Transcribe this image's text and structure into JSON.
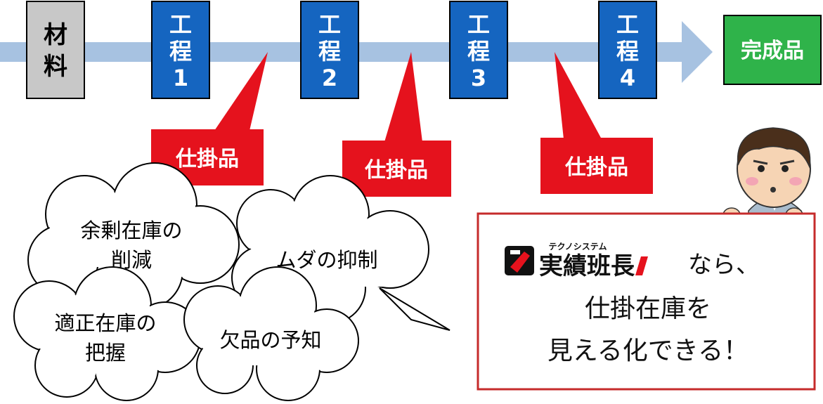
{
  "flow": {
    "material_label": "材料",
    "steps": [
      {
        "line1": "工",
        "line2": "程",
        "num": "1"
      },
      {
        "line1": "工",
        "line2": "程",
        "num": "2"
      },
      {
        "line1": "工",
        "line2": "程",
        "num": "3"
      },
      {
        "line1": "工",
        "line2": "程",
        "num": "4"
      }
    ],
    "product_label": "完成品"
  },
  "wip_label": "仕掛品",
  "clouds": {
    "c1_line1": "余剰在庫の",
    "c1_line2": "削減",
    "c2_line1": "ムダの抑制",
    "c3_line1": "適正在庫の",
    "c3_line2": "把握",
    "c4_line1": "欠品の予知"
  },
  "message": {
    "logo_small": "テクノシステム",
    "logo_name": "実績班長",
    "line1_suffix": "なら、",
    "line2": "仕掛在庫を",
    "line3": "見える化できる！"
  },
  "colors": {
    "arrow": "#a7c2e1",
    "step": "#1565c0",
    "material": "#c8c8c8",
    "product": "#2fb34a",
    "wip": "#e5121d",
    "box_border": "#c62b2b"
  }
}
